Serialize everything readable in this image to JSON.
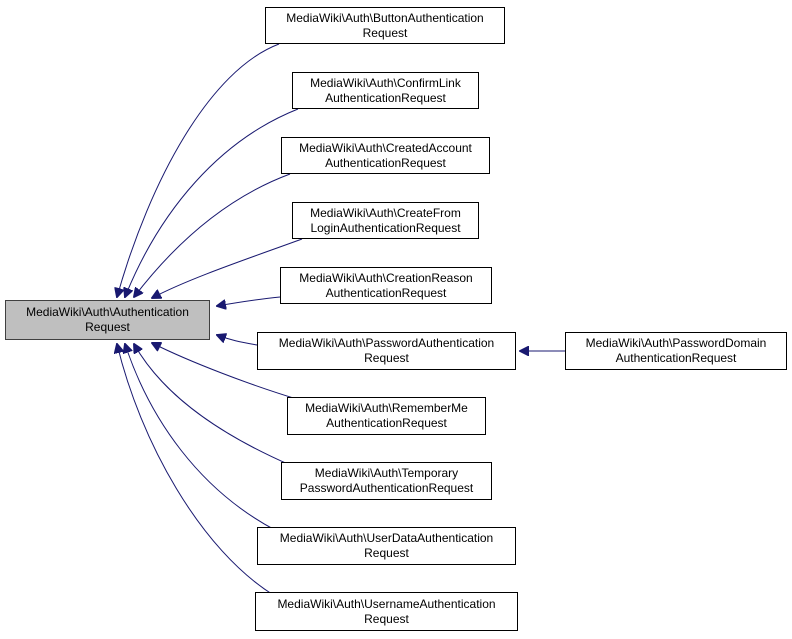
{
  "diagram": {
    "type": "inheritance-graph",
    "edge_color": "#191970",
    "base_fill": "#bfbfbf",
    "base": {
      "id": "base",
      "line1": "MediaWiki\\Auth\\Authentication",
      "line2": "Request"
    },
    "children": [
      {
        "id": "button",
        "line1": "MediaWiki\\Auth\\ButtonAuthentication",
        "line2": "Request",
        "parent": "base"
      },
      {
        "id": "confirmlink",
        "line1": "MediaWiki\\Auth\\ConfirmLink",
        "line2": "AuthenticationRequest",
        "parent": "base"
      },
      {
        "id": "createdaccount",
        "line1": "MediaWiki\\Auth\\CreatedAccount",
        "line2": "AuthenticationRequest",
        "parent": "base"
      },
      {
        "id": "createfrom",
        "line1": "MediaWiki\\Auth\\CreateFrom",
        "line2": "LoginAuthenticationRequest",
        "parent": "base"
      },
      {
        "id": "creationreason",
        "line1": "MediaWiki\\Auth\\CreationReason",
        "line2": "AuthenticationRequest",
        "parent": "base"
      },
      {
        "id": "password",
        "line1": "MediaWiki\\Auth\\PasswordAuthentication",
        "line2": "Request",
        "parent": "base"
      },
      {
        "id": "rememberme",
        "line1": "MediaWiki\\Auth\\RememberMe",
        "line2": "AuthenticationRequest",
        "parent": "base"
      },
      {
        "id": "temporary",
        "line1": "MediaWiki\\Auth\\Temporary",
        "line2": "PasswordAuthenticationRequest",
        "parent": "base"
      },
      {
        "id": "userdata",
        "line1": "MediaWiki\\Auth\\UserDataAuthentication",
        "line2": "Request",
        "parent": "base"
      },
      {
        "id": "username",
        "line1": "MediaWiki\\Auth\\UsernameAuthentication",
        "line2": "Request",
        "parent": "base"
      },
      {
        "id": "passworddomain",
        "line1": "MediaWiki\\Auth\\PasswordDomain",
        "line2": "AuthenticationRequest",
        "parent": "password"
      }
    ]
  }
}
